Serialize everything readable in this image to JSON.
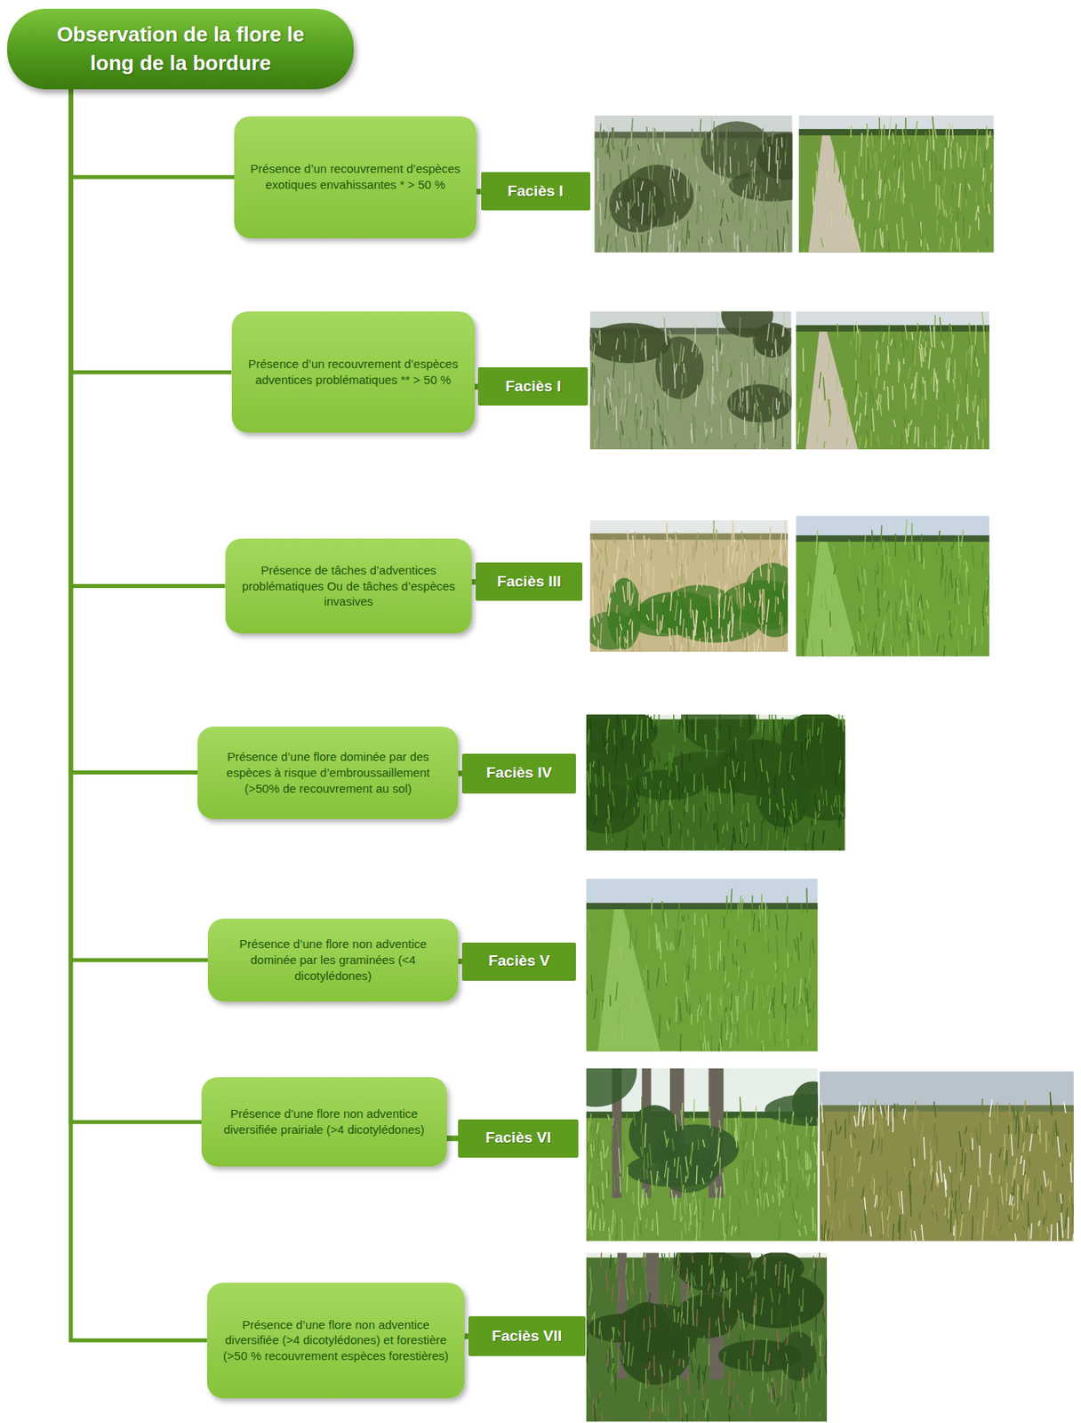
{
  "diagram": {
    "nodes": [
      {
        "text": [
          "Observation de la flore le long de la bordure"
        ]
      },
      {
        "text": [
          "Présence d’un recouvrement d’espèces exotiques envahissantes * > 50 %"
        ]
      },
      {
        "text": [
          "Faciès I"
        ]
      },
      {
        "text": [
          "Présence d’un recouvrement d’espèces adventices problématiques ** > 50 %"
        ]
      },
      {
        "text": [
          "Faciès I"
        ]
      },
      {
        "text": [
          "Présence de tâches d’adventices problématiques Ou de tâches d’espèces invasives"
        ]
      },
      {
        "text": [
          "Faciès III"
        ]
      },
      {
        "text": [
          "Présence d’une flore dominée par des espèces à risque d’embroussaillement (>50% de recouvrement au sol)"
        ]
      },
      {
        "text": [
          "Faciès IV"
        ]
      },
      {
        "text": [
          "Présence d’une flore non adventice dominée par les graminées (<4 dicotylédones)"
        ]
      },
      {
        "text": [
          "Faciès V"
        ]
      },
      {
        "text": [
          "Présence d’une flore non adventice diversifiée prairiale (>4 dicotylédones)"
        ]
      },
      {
        "text": [
          "Faciès VI"
        ]
      },
      {
        "text": [
          "Présence d’une flore non adventice diversifiée (>4 dicotylédones) et forestière (>50 % recouvrement espèces forestières)"
        ]
      },
      {
        "text": [
          "Faciès VII"
        ]
      }
    ],
    "edges": [
      {
        "from": 0,
        "to": 1,
        "arrow": "none"
      },
      {
        "from": 1,
        "to": 2,
        "arrow": "none"
      },
      {
        "from": 0,
        "to": 3,
        "arrow": "none"
      },
      {
        "from": 3,
        "to": 4,
        "arrow": "none"
      },
      {
        "from": 0,
        "to": 5,
        "arrow": "none"
      },
      {
        "from": 5,
        "to": 6,
        "arrow": "none"
      },
      {
        "from": 0,
        "to": 7,
        "arrow": "none"
      },
      {
        "from": 7,
        "to": 8,
        "arrow": "none"
      },
      {
        "from": 0,
        "to": 9,
        "arrow": "none"
      },
      {
        "from": 9,
        "to": 10,
        "arrow": "none"
      },
      {
        "from": 0,
        "to": 11,
        "arrow": "none"
      },
      {
        "from": 11,
        "to": 12,
        "arrow": "none"
      },
      {
        "from": 0,
        "to": 13,
        "arrow": "none"
      },
      {
        "from": 13,
        "to": 14,
        "arrow": "none"
      }
    ]
  }
}
